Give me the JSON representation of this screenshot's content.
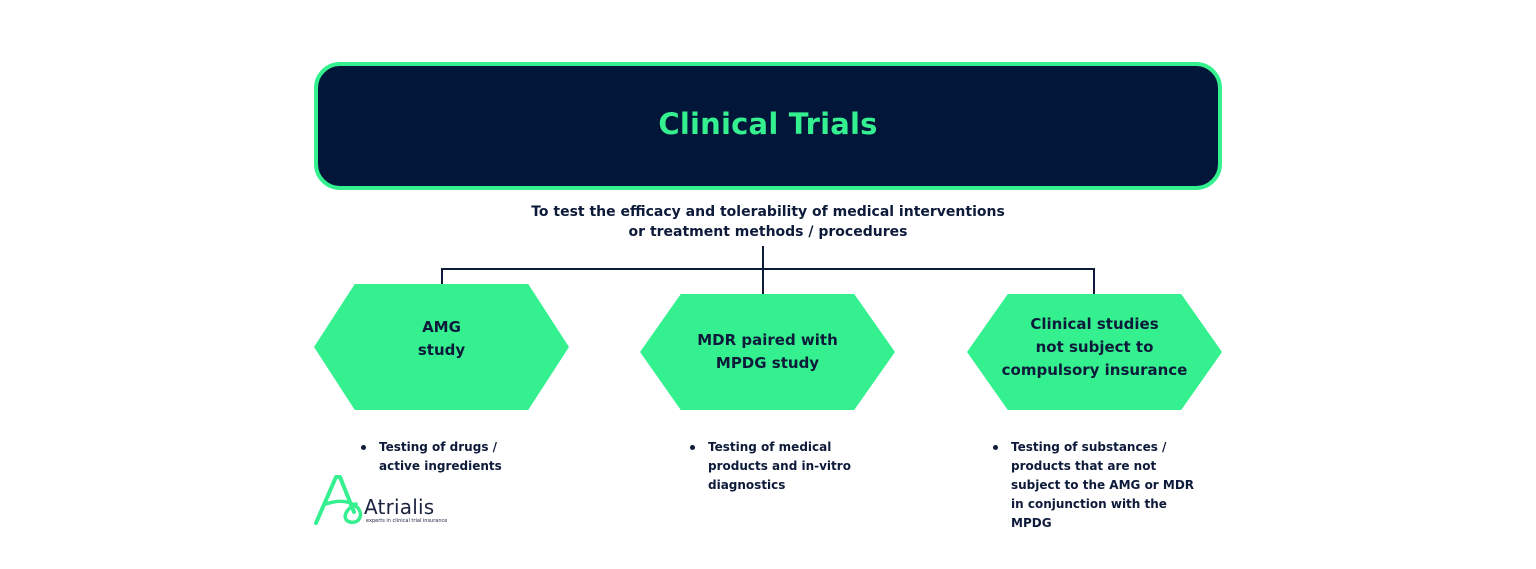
{
  "title": "Clinical Trials",
  "subtitle": {
    "line1": "To test the efficacy and tolerability of medical interventions",
    "line2": "or treatment methods / procedures"
  },
  "categories": [
    {
      "label_lines": [
        "AMG",
        "study"
      ],
      "bullet_lines": [
        "Testing of drugs /",
        "active ingredients"
      ]
    },
    {
      "label_lines": [
        "MDR paired with",
        "MPDG study"
      ],
      "bullet_lines": [
        "Testing of medical",
        "products and in-vitro",
        "diagnostics"
      ]
    },
    {
      "label_lines": [
        "Clinical studies",
        "not subject to",
        "compulsory insurance"
      ],
      "bullet_lines": [
        "Testing of substances /",
        "products that are not",
        "subject to the AMG or MDR",
        "in conjunction with the",
        "MPDG"
      ]
    }
  ],
  "logo": {
    "name": "Atrialis",
    "tagline": "experts in clinical trial insurance"
  },
  "colors": {
    "accent_green": "#35f08f",
    "navy": "#02163a",
    "text_dark": "#0d1a3a"
  }
}
